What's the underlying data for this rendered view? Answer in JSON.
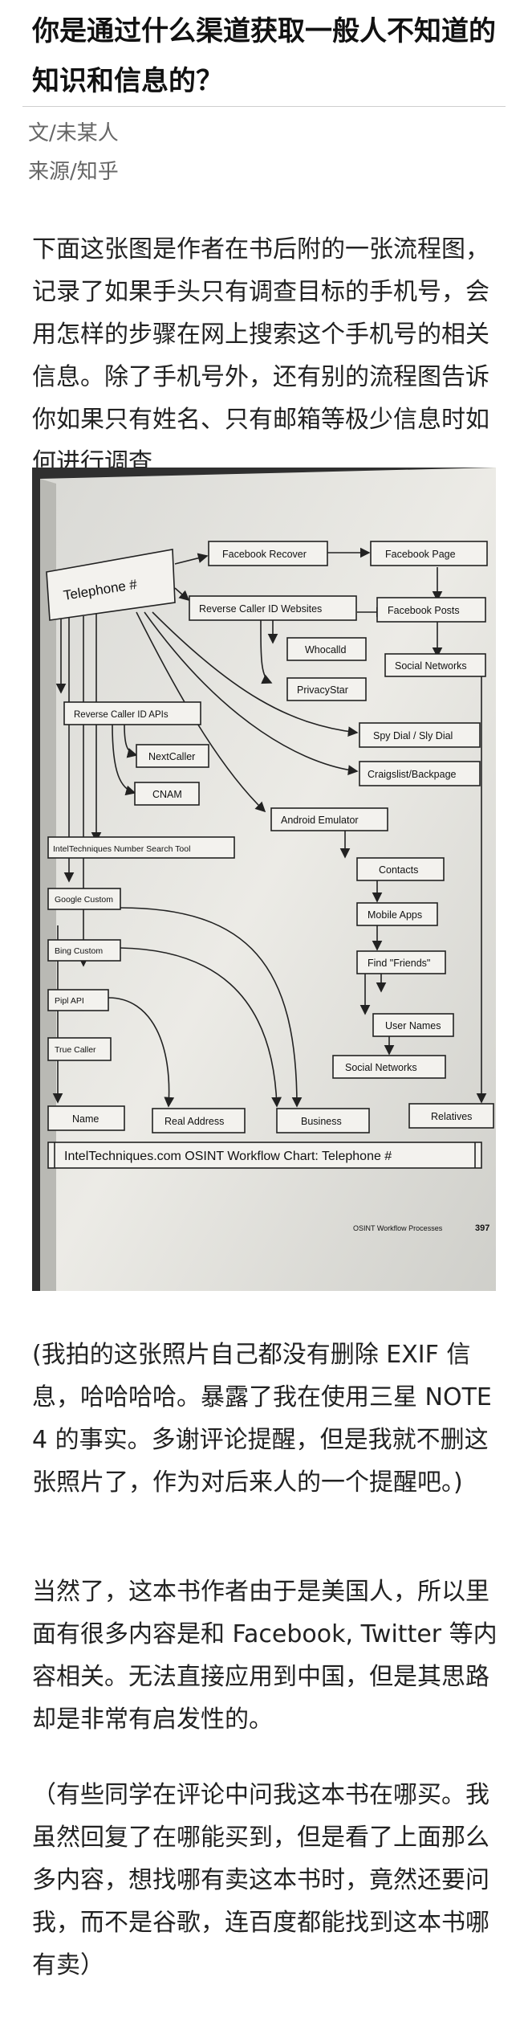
{
  "article": {
    "title": "你是通过什么渠道获取一般人不知道的知识和信息的？",
    "author": "文/未某人",
    "source": "来源/知乎",
    "intro": "下面这张图是作者在书后附的一张流程图，记录了如果手头只有调查目标的手机号，会用怎样的步骤在网上搜索这个手机号的相关信息。除了手机号外，还有别的流程图告诉你如果只有姓名、只有邮箱等极少信息时如何进行调查",
    "exif_note": "(我拍的这张照片自己都没有删除 EXIF 信息，哈哈哈哈。暴露了我在使用三星 NOTE 4 的事实。多谢评论提醒，但是我就不删这张照片了，作为对后来人的一个提醒吧。)",
    "usa_note": "当然了，这本书作者由于是美国人，所以里面有很多内容是和 Facebook, Twitter 等内容相关。无法直接应用到中国，但是其思路却是非常有启发性的。",
    "buy_note": "（有些同学在评论中问我这本书在哪买。我虽然回复了在哪能买到，但是看了上面那么多内容，想找哪有卖这本书时，竟然还要问我，而不是谷歌，连百度都能找到这本书哪有卖）"
  },
  "flowchart": {
    "telephone": "Telephone #",
    "facebook_recover": "Facebook Recover",
    "facebook_page": "Facebook Page",
    "facebook_posts": "Facebook Posts",
    "social_networks_top": "Social Networks",
    "reverse_caller_sites": "Reverse Caller ID Websites",
    "whocalld": "Whocalld",
    "privacystar": "PrivacyStar",
    "reverse_caller_apis": "Reverse Caller ID APIs",
    "nextcaller": "NextCaller",
    "cnam": "CNAM",
    "spy_dial": "Spy Dial / Sly Dial",
    "craigslist": "Craigslist/Backpage",
    "android_emulator": "Android Emulator",
    "inteltech_search": "IntelTechniques Number Search Tool",
    "contacts": "Contacts",
    "google_custom": "Google Custom",
    "mobile_apps": "Mobile Apps",
    "bing_custom": "Bing Custom",
    "find_friends": "Find \"Friends\"",
    "pipl_api": "Pipl API",
    "true_caller": "True Caller",
    "user_names": "User Names",
    "social_networks_bottom": "Social Networks",
    "name": "Name",
    "real_address": "Real Address",
    "business": "Business",
    "relatives": "Relatives",
    "footer_title": "IntelTechniques.com OSINT Workflow Chart: Telephone #",
    "page_caption": "OSINT Workflow Processes",
    "page_number": "397"
  }
}
